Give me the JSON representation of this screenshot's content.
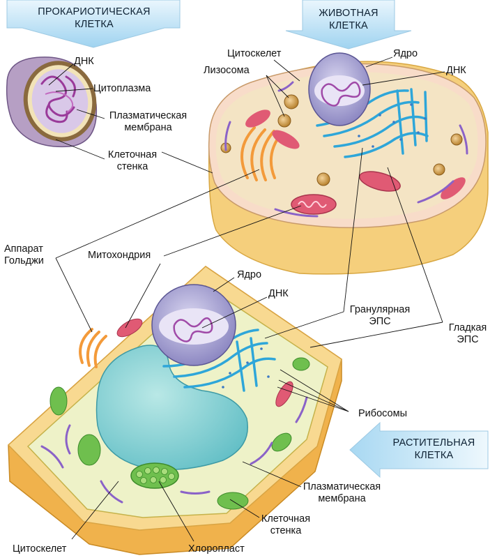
{
  "banners": {
    "prokaryotic": "ПРОКАРИОТИЧЕСКАЯ\nКЛЕТКА",
    "animal": "ЖИВОТНАЯ\nКЛЕТКА",
    "plant": "РАСТИТЕЛЬНАЯ\nКЛЕТКА"
  },
  "labels": {
    "pro_dna": "ДНК",
    "pro_cytoplasm": "Цитоплазма",
    "pro_membrane": "Плазматическая\nмембрана",
    "pro_wall": "Клеточная\nстенка",
    "an_cytoskeleton": "Цитоскелет",
    "an_nucleus": "Ядро",
    "an_lysosome": "Лизосома",
    "an_dna": "ДНК",
    "golgi": "Аппарат\nГольджи",
    "mitochondria": "Митохондрия",
    "pl_nucleus": "Ядро",
    "pl_dna": "ДНК",
    "rough_er": "Гранулярная\nЭПС",
    "smooth_er": "Гладкая\nЭПС",
    "ribosomes": "Рибосомы",
    "pl_membrane": "Плазматическая\nмембрана",
    "pl_wall": "Клеточная\nстенка",
    "pl_cytoskeleton": "Цитоскелет",
    "chloroplast": "Хлоропласт"
  }
}
